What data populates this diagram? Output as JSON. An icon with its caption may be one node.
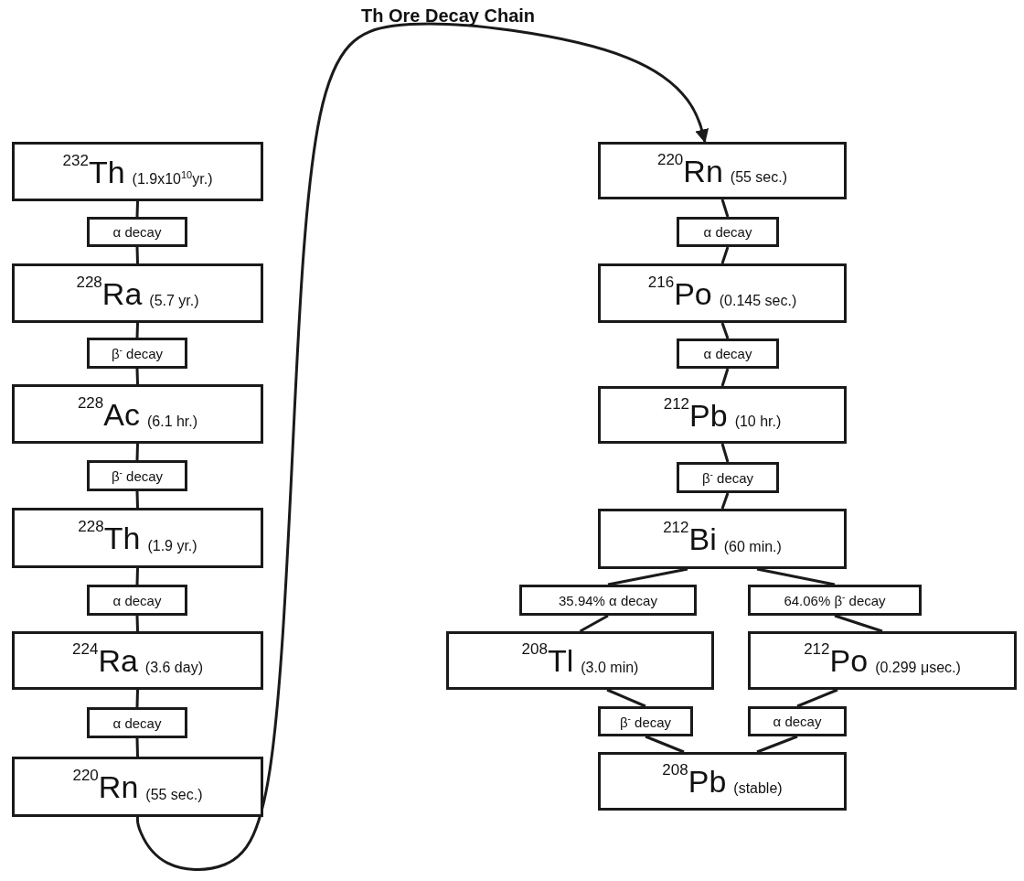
{
  "diagram": {
    "title": "Th Ore Decay Chain",
    "nodes": [
      {
        "text": [
          "$^{232}$Th",
          "(1.9x10$^{10}$yr.)"
        ]
      },
      {
        "text": [
          "α decay"
        ]
      },
      {
        "text": [
          "$^{228}$Ra",
          "(5.7 yr.)"
        ]
      },
      {
        "text": [
          "β$^{-}$ decay"
        ]
      },
      {
        "text": [
          "$^{228}$Ac",
          "(6.1 hr.)"
        ]
      },
      {
        "text": [
          "β$^{-}$ decay"
        ]
      },
      {
        "text": [
          "$^{228}$Th",
          "(1.9 yr.)"
        ]
      },
      {
        "text": [
          "α decay"
        ]
      },
      {
        "text": [
          "$^{224}$Ra",
          "(3.6 day)"
        ]
      },
      {
        "text": [
          "α decay"
        ]
      },
      {
        "text": [
          "$^{220}$Rn",
          "(55 sec.)"
        ]
      },
      {
        "text": [
          "$^{220}$Rn",
          "(55 sec.)"
        ]
      },
      {
        "text": [
          "α decay"
        ]
      },
      {
        "text": [
          "$^{216}$Po",
          "(0.145 sec.)"
        ]
      },
      {
        "text": [
          "α decay"
        ]
      },
      {
        "text": [
          "$^{212}$Pb",
          "(10 hr.)"
        ]
      },
      {
        "text": [
          "β$^{-}$ decay"
        ]
      },
      {
        "text": [
          "$^{212}$Bi",
          "(60 min.)"
        ]
      },
      {
        "text": [
          "35.94% α decay"
        ]
      },
      {
        "text": [
          "64.06% β$^{-}$ decay"
        ]
      },
      {
        "text": [
          "$^{208}$Tl",
          "(3.0 min)"
        ]
      },
      {
        "text": [
          "$^{212}$Po",
          "(0.299 μsec.)"
        ]
      },
      {
        "text": [
          "β$^{-}$ decay"
        ]
      },
      {
        "text": [
          "α decay"
        ]
      },
      {
        "text": [
          "$^{208}$Pb",
          "(stable)"
        ]
      }
    ],
    "edges": [
      {
        "from": 0,
        "to": 1,
        "arrow": "none"
      },
      {
        "from": 1,
        "to": 2,
        "arrow": "none"
      },
      {
        "from": 2,
        "to": 3,
        "arrow": "none"
      },
      {
        "from": 3,
        "to": 4,
        "arrow": "none"
      },
      {
        "from": 4,
        "to": 5,
        "arrow": "none"
      },
      {
        "from": 5,
        "to": 6,
        "arrow": "none"
      },
      {
        "from": 6,
        "to": 7,
        "arrow": "none"
      },
      {
        "from": 7,
        "to": 8,
        "arrow": "none"
      },
      {
        "from": 8,
        "to": 9,
        "arrow": "none"
      },
      {
        "from": 9,
        "to": 10,
        "arrow": "none"
      },
      {
        "from": 10,
        "to": 11,
        "arrow": "to"
      },
      {
        "from": 11,
        "to": 12,
        "arrow": "none"
      },
      {
        "from": 12,
        "to": 13,
        "arrow": "none"
      },
      {
        "from": 13,
        "to": 14,
        "arrow": "none"
      },
      {
        "from": 14,
        "to": 15,
        "arrow": "none"
      },
      {
        "from": 15,
        "to": 16,
        "arrow": "none"
      },
      {
        "from": 16,
        "to": 17,
        "arrow": "none"
      },
      {
        "from": 17,
        "to": 18,
        "arrow": "none"
      },
      {
        "from": 17,
        "to": 19,
        "arrow": "none"
      },
      {
        "from": 18,
        "to": 20,
        "arrow": "none"
      },
      {
        "from": 19,
        "to": 21,
        "arrow": "none"
      },
      {
        "from": 20,
        "to": 22,
        "arrow": "none"
      },
      {
        "from": 21,
        "to": 23,
        "arrow": "none"
      },
      {
        "from": 22,
        "to": 24,
        "arrow": "none"
      },
      {
        "from": 23,
        "to": 24,
        "arrow": "none"
      }
    ]
  }
}
